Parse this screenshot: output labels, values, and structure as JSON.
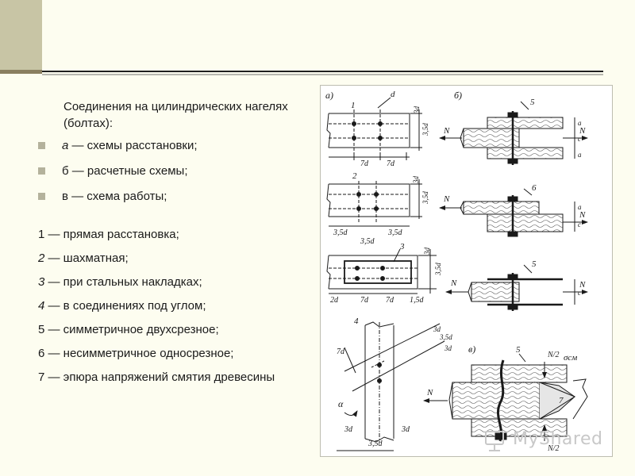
{
  "slide": {
    "intro_text": "Соединения на цилиндрических нагелях (болтах):",
    "bullets": [
      {
        "label": "а",
        "text": " — схемы расстановки;"
      },
      {
        "label": "б",
        "text": " — расчетные схемы;"
      },
      {
        "label": "в",
        "text": " — схема работы;"
      }
    ],
    "legend": [
      {
        "num": "1",
        "text": " — прямая расстановка;"
      },
      {
        "num": "2",
        "text": " — шахматная;"
      },
      {
        "num": "3",
        "text": " — при стальных накладках;"
      },
      {
        "num": "4",
        "text": " — в соединениях под углом;"
      },
      {
        "num": "5",
        "text": " — симметричное двухсрезное;"
      },
      {
        "num": "6",
        "text": " — несимметричное односрезное;"
      },
      {
        "num": "7",
        "text": " — эпюра напряжений смятия древесины"
      }
    ]
  },
  "figure": {
    "panel_a": "а)",
    "panel_b": "б)",
    "panel_v": "в)",
    "d": "d",
    "dim_7d": "7d",
    "dim_3d": "3d",
    "dim_35d": "3,5d",
    "dim_2d": "2d",
    "dim_15d": "1,5d",
    "force_N": "N",
    "n_half": "N/2",
    "sigma": "σсм",
    "alpha": "α",
    "dim_a": "а",
    "dim_c": "с",
    "labels": [
      "1",
      "2",
      "3",
      "4",
      "5",
      "6",
      "5",
      "5",
      "7"
    ]
  },
  "watermark": {
    "text": "MyShared"
  },
  "colors": {
    "background": "#fdfdf0",
    "accent_block": "#c8c5a5",
    "bullet": "#b4b29c"
  }
}
